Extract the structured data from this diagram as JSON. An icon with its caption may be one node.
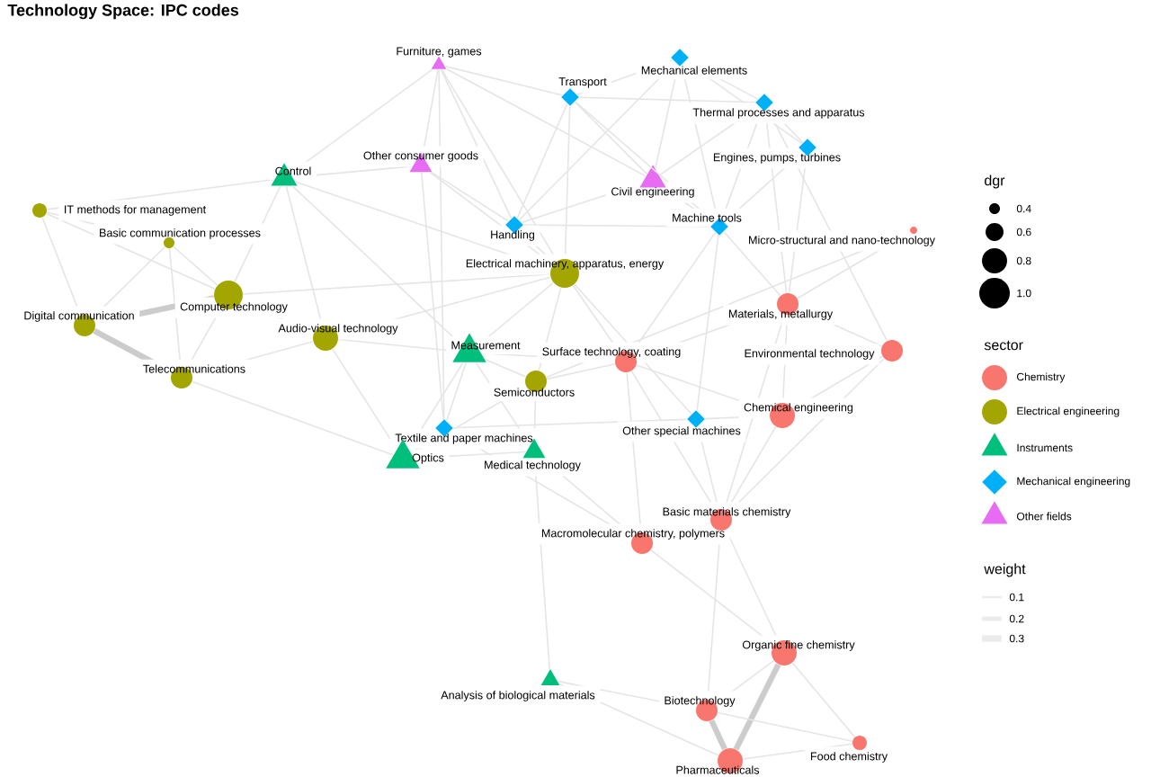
{
  "diagram": {
    "title": "Technology Space: IPC codes",
    "nodes": [
      {
        "text": [
          "Furniture, games"
        ]
      },
      {
        "text": [
          "Transport"
        ]
      },
      {
        "text": [
          "Mechanical elements"
        ]
      },
      {
        "text": [
          "Thermal processes and apparatus"
        ]
      },
      {
        "text": [
          "Engines, pumps, turbines"
        ]
      },
      {
        "text": [
          "Other consumer goods"
        ]
      },
      {
        "text": [
          "Control"
        ]
      },
      {
        "text": [
          "IT methods for management"
        ]
      },
      {
        "text": [
          "Basic communication processes"
        ]
      },
      {
        "text": [
          "Civil engineering"
        ]
      },
      {
        "text": [
          "Handling"
        ]
      },
      {
        "text": [
          "Machine tools"
        ]
      },
      {
        "text": [
          "Micro-structural and nano-technology"
        ]
      },
      {
        "text": [
          "Electrical machinery, apparatus, energy"
        ]
      },
      {
        "text": [
          "Computer technology"
        ]
      },
      {
        "text": [
          "Digital communication"
        ]
      },
      {
        "text": [
          "Audio-visual technology"
        ]
      },
      {
        "text": [
          "Measurement"
        ]
      },
      {
        "text": [
          "Materials, metallurgy"
        ]
      },
      {
        "text": [
          "Surface technology, coating"
        ]
      },
      {
        "text": [
          "Environmental technology"
        ]
      },
      {
        "text": [
          "Telecommunications"
        ]
      },
      {
        "text": [
          "Semiconductors"
        ]
      },
      {
        "text": [
          "Chemical engineering"
        ]
      },
      {
        "text": [
          "Other special machines"
        ]
      },
      {
        "text": [
          "Textile and paper machines"
        ]
      },
      {
        "text": [
          "Optics"
        ]
      },
      {
        "text": [
          "Medical technology"
        ]
      },
      {
        "text": [
          "Basic materials chemistry"
        ]
      },
      {
        "text": [
          "Macromolecular chemistry, polymers"
        ]
      },
      {
        "text": [
          "Organic fine chemistry"
        ]
      },
      {
        "text": [
          "Analysis of biological materials"
        ]
      },
      {
        "text": [
          "Biotechnology"
        ]
      },
      {
        "text": [
          "Food chemistry"
        ]
      },
      {
        "text": [
          "Pharmaceuticals"
        ]
      }
    ],
    "edges": [
      {
        "from": 0,
        "to": 5,
        "arrow": "none"
      },
      {
        "from": 0,
        "to": 1,
        "arrow": "none"
      },
      {
        "from": 0,
        "to": 6,
        "arrow": "none"
      },
      {
        "from": 0,
        "to": 10,
        "arrow": "none"
      },
      {
        "from": 0,
        "to": 13,
        "arrow": "none"
      },
      {
        "from": 0,
        "to": 9,
        "arrow": "none"
      },
      {
        "from": 0,
        "to": 25,
        "arrow": "none"
      },
      {
        "from": 1,
        "to": 2,
        "arrow": "none"
      },
      {
        "from": 1,
        "to": 3,
        "arrow": "none"
      },
      {
        "from": 1,
        "to": 9,
        "arrow": "none"
      },
      {
        "from": 1,
        "to": 10,
        "arrow": "none"
      },
      {
        "from": 1,
        "to": 13,
        "arrow": "none"
      },
      {
        "from": 1,
        "to": 11,
        "arrow": "none"
      },
      {
        "from": 2,
        "to": 3,
        "arrow": "none"
      },
      {
        "from": 2,
        "to": 4,
        "arrow": "none"
      },
      {
        "from": 2,
        "to": 9,
        "arrow": "none"
      },
      {
        "from": 2,
        "to": 11,
        "arrow": "none"
      },
      {
        "from": 2,
        "to": 10,
        "arrow": "none"
      },
      {
        "from": 3,
        "to": 4,
        "arrow": "none"
      },
      {
        "from": 3,
        "to": 18,
        "arrow": "none"
      },
      {
        "from": 3,
        "to": 20,
        "arrow": "none"
      },
      {
        "from": 3,
        "to": 9,
        "arrow": "none"
      },
      {
        "from": 3,
        "to": 11,
        "arrow": "none"
      },
      {
        "from": 4,
        "to": 11,
        "arrow": "none"
      },
      {
        "from": 4,
        "to": 18,
        "arrow": "none"
      },
      {
        "from": 5,
        "to": 6,
        "arrow": "none"
      },
      {
        "from": 5,
        "to": 10,
        "arrow": "none"
      },
      {
        "from": 5,
        "to": 13,
        "arrow": "none"
      },
      {
        "from": 5,
        "to": 25,
        "arrow": "none"
      },
      {
        "from": 6,
        "to": 14,
        "arrow": "none"
      },
      {
        "from": 6,
        "to": 7,
        "arrow": "none"
      },
      {
        "from": 6,
        "to": 17,
        "arrow": "none"
      },
      {
        "from": 6,
        "to": 13,
        "arrow": "none"
      },
      {
        "from": 6,
        "to": 16,
        "arrow": "none"
      },
      {
        "from": 7,
        "to": 14,
        "arrow": "none"
      },
      {
        "from": 7,
        "to": 15,
        "arrow": "none"
      },
      {
        "from": 7,
        "to": 8,
        "arrow": "none"
      },
      {
        "from": 8,
        "to": 14,
        "arrow": "none"
      },
      {
        "from": 8,
        "to": 15,
        "arrow": "none"
      },
      {
        "from": 8,
        "to": 21,
        "arrow": "none"
      },
      {
        "from": 9,
        "to": 10,
        "arrow": "none"
      },
      {
        "from": 9,
        "to": 11,
        "arrow": "none"
      },
      {
        "from": 10,
        "to": 13,
        "arrow": "none"
      },
      {
        "from": 10,
        "to": 11,
        "arrow": "none"
      },
      {
        "from": 11,
        "to": 18,
        "arrow": "none"
      },
      {
        "from": 11,
        "to": 19,
        "arrow": "none"
      },
      {
        "from": 11,
        "to": 24,
        "arrow": "none"
      },
      {
        "from": 12,
        "to": 22,
        "arrow": "none"
      },
      {
        "from": 12,
        "to": 18,
        "arrow": "none"
      },
      {
        "from": 13,
        "to": 17,
        "arrow": "none"
      },
      {
        "from": 13,
        "to": 22,
        "arrow": "none"
      },
      {
        "from": 13,
        "to": 16,
        "arrow": "none"
      },
      {
        "from": 13,
        "to": 19,
        "arrow": "none"
      },
      {
        "from": 13,
        "to": 24,
        "arrow": "none"
      },
      {
        "from": 13,
        "to": 14,
        "arrow": "none"
      },
      {
        "from": 14,
        "to": 15,
        "arrow": "none",
        "style": "thick"
      },
      {
        "from": 14,
        "to": 21,
        "arrow": "none"
      },
      {
        "from": 14,
        "to": 16,
        "arrow": "none"
      },
      {
        "from": 15,
        "to": 21,
        "arrow": "none",
        "style": "thick"
      },
      {
        "from": 16,
        "to": 17,
        "arrow": "none"
      },
      {
        "from": 16,
        "to": 26,
        "arrow": "none"
      },
      {
        "from": 16,
        "to": 21,
        "arrow": "none"
      },
      {
        "from": 17,
        "to": 26,
        "arrow": "none"
      },
      {
        "from": 17,
        "to": 27,
        "arrow": "none"
      },
      {
        "from": 17,
        "to": 22,
        "arrow": "none"
      },
      {
        "from": 17,
        "to": 19,
        "arrow": "none"
      },
      {
        "from": 17,
        "to": 25,
        "arrow": "none"
      },
      {
        "from": 18,
        "to": 19,
        "arrow": "none"
      },
      {
        "from": 18,
        "to": 23,
        "arrow": "none"
      },
      {
        "from": 18,
        "to": 20,
        "arrow": "none"
      },
      {
        "from": 18,
        "to": 28,
        "arrow": "none"
      },
      {
        "from": 19,
        "to": 22,
        "arrow": "none"
      },
      {
        "from": 19,
        "to": 23,
        "arrow": "none"
      },
      {
        "from": 19,
        "to": 28,
        "arrow": "none"
      },
      {
        "from": 19,
        "to": 29,
        "arrow": "none"
      },
      {
        "from": 20,
        "to": 23,
        "arrow": "none"
      },
      {
        "from": 20,
        "to": 28,
        "arrow": "none"
      },
      {
        "from": 21,
        "to": 26,
        "arrow": "none"
      },
      {
        "from": 22,
        "to": 26,
        "arrow": "none"
      },
      {
        "from": 22,
        "to": 27,
        "arrow": "none"
      },
      {
        "from": 23,
        "to": 28,
        "arrow": "none"
      },
      {
        "from": 23,
        "to": 24,
        "arrow": "none"
      },
      {
        "from": 24,
        "to": 25,
        "arrow": "none"
      },
      {
        "from": 24,
        "to": 28,
        "arrow": "none"
      },
      {
        "from": 25,
        "to": 26,
        "arrow": "none"
      },
      {
        "from": 25,
        "to": 29,
        "arrow": "none"
      },
      {
        "from": 26,
        "to": 27,
        "arrow": "none"
      },
      {
        "from": 27,
        "to": 31,
        "arrow": "none"
      },
      {
        "from": 27,
        "to": 29,
        "arrow": "none"
      },
      {
        "from": 28,
        "to": 29,
        "arrow": "none"
      },
      {
        "from": 28,
        "to": 30,
        "arrow": "none"
      },
      {
        "from": 28,
        "to": 32,
        "arrow": "none"
      },
      {
        "from": 29,
        "to": 30,
        "arrow": "none"
      },
      {
        "from": 30,
        "to": 32,
        "arrow": "none"
      },
      {
        "from": 30,
        "to": 34,
        "arrow": "none",
        "style": "thick"
      },
      {
        "from": 30,
        "to": 33,
        "arrow": "none"
      },
      {
        "from": 31,
        "to": 32,
        "arrow": "none"
      },
      {
        "from": 31,
        "to": 34,
        "arrow": "none"
      },
      {
        "from": 32,
        "to": 34,
        "arrow": "none",
        "style": "thick"
      },
      {
        "from": 32,
        "to": 33,
        "arrow": "none"
      },
      {
        "from": 33,
        "to": 34,
        "arrow": "none"
      }
    ],
    "labels": [
      "dgr",
      "sector",
      "weight"
    ],
    "legend": [
      {
        "text": "0.4"
      },
      {
        "text": "0.6"
      },
      {
        "text": "0.8"
      },
      {
        "text": "1.0"
      },
      {
        "text": "Chemistry",
        "color": "#f8766d"
      },
      {
        "text": "Electrical engineering",
        "color": "#a3a500"
      },
      {
        "text": "Instruments",
        "color": "#00bf7d"
      },
      {
        "text": "Mechanical engineering",
        "color": "#00b0f6"
      },
      {
        "text": "Other fields",
        "color": "#e76bf3"
      },
      {
        "text": "0.1"
      },
      {
        "text": "0.2"
      },
      {
        "text": "0.3"
      }
    ]
  }
}
